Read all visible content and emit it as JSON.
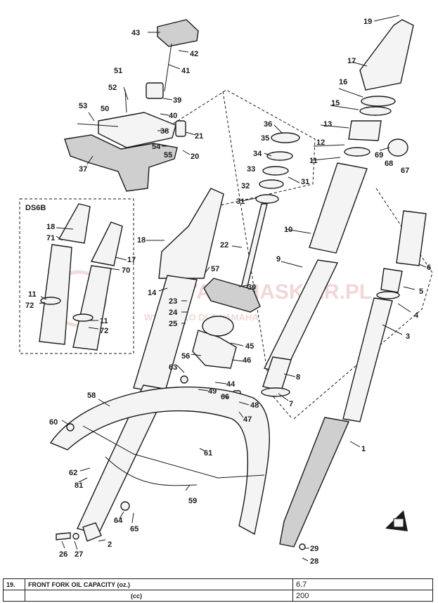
{
  "variant_label": "DS6B",
  "watermark": {
    "line1": "YAMAHASKIER.PL",
    "line2": "WSZYSTKO DLA YAMAHA"
  },
  "callouts": [
    {
      "id": "c43",
      "label": "43"
    },
    {
      "id": "c42",
      "label": "42"
    },
    {
      "id": "c41",
      "label": "41"
    },
    {
      "id": "c51",
      "label": "51"
    },
    {
      "id": "c52",
      "label": "52"
    },
    {
      "id": "c39",
      "label": "39"
    },
    {
      "id": "c53",
      "label": "53"
    },
    {
      "id": "c50",
      "label": "50"
    },
    {
      "id": "c40",
      "label": "40"
    },
    {
      "id": "c38",
      "label": "38"
    },
    {
      "id": "c21",
      "label": "21"
    },
    {
      "id": "c54",
      "label": "54"
    },
    {
      "id": "c55",
      "label": "55"
    },
    {
      "id": "c20",
      "label": "20"
    },
    {
      "id": "c37",
      "label": "37"
    },
    {
      "id": "c36",
      "label": "36"
    },
    {
      "id": "c35",
      "label": "35"
    },
    {
      "id": "c34",
      "label": "34"
    },
    {
      "id": "c33",
      "label": "33"
    },
    {
      "id": "c31a",
      "label": "31"
    },
    {
      "id": "c32",
      "label": "32"
    },
    {
      "id": "c31b",
      "label": "31"
    },
    {
      "id": "c22",
      "label": "22"
    },
    {
      "id": "c18a",
      "label": "18"
    },
    {
      "id": "c19",
      "label": "19"
    },
    {
      "id": "c17a",
      "label": "17"
    },
    {
      "id": "c16",
      "label": "16"
    },
    {
      "id": "c15",
      "label": "15"
    },
    {
      "id": "c13",
      "label": "13"
    },
    {
      "id": "c12",
      "label": "12"
    },
    {
      "id": "c11a",
      "label": "11"
    },
    {
      "id": "c69",
      "label": "69"
    },
    {
      "id": "c68",
      "label": "68"
    },
    {
      "id": "c67",
      "label": "67"
    },
    {
      "id": "c10",
      "label": "10"
    },
    {
      "id": "c9",
      "label": "9"
    },
    {
      "id": "c6",
      "label": "6"
    },
    {
      "id": "c5",
      "label": "5"
    },
    {
      "id": "c4",
      "label": "4"
    },
    {
      "id": "c3",
      "label": "3"
    },
    {
      "id": "c8",
      "label": "8"
    },
    {
      "id": "c7",
      "label": "7"
    },
    {
      "id": "c1",
      "label": "1"
    },
    {
      "id": "c18b",
      "label": "18"
    },
    {
      "id": "c71",
      "label": "71"
    },
    {
      "id": "c17b",
      "label": "17"
    },
    {
      "id": "c70",
      "label": "70"
    },
    {
      "id": "c11b",
      "label": "11"
    },
    {
      "id": "c72a",
      "label": "72"
    },
    {
      "id": "c11c",
      "label": "11"
    },
    {
      "id": "c72b",
      "label": "72"
    },
    {
      "id": "c57",
      "label": "57"
    },
    {
      "id": "c14",
      "label": "14"
    },
    {
      "id": "c30",
      "label": "30"
    },
    {
      "id": "c23",
      "label": "23"
    },
    {
      "id": "c24",
      "label": "24"
    },
    {
      "id": "c25",
      "label": "25"
    },
    {
      "id": "c45",
      "label": "45"
    },
    {
      "id": "c56",
      "label": "56"
    },
    {
      "id": "c46",
      "label": "46"
    },
    {
      "id": "c63",
      "label": "63"
    },
    {
      "id": "c44",
      "label": "44"
    },
    {
      "id": "c49",
      "label": "49"
    },
    {
      "id": "c66",
      "label": "66"
    },
    {
      "id": "c48",
      "label": "48"
    },
    {
      "id": "c47",
      "label": "47"
    },
    {
      "id": "c58",
      "label": "58"
    },
    {
      "id": "c60",
      "label": "60"
    },
    {
      "id": "c61",
      "label": "61"
    },
    {
      "id": "c62",
      "label": "62"
    },
    {
      "id": "c81",
      "label": "81"
    },
    {
      "id": "c59",
      "label": "59"
    },
    {
      "id": "c64",
      "label": "64"
    },
    {
      "id": "c65",
      "label": "65"
    },
    {
      "id": "c2",
      "label": "2"
    },
    {
      "id": "c26",
      "label": "26"
    },
    {
      "id": "c27",
      "label": "27"
    },
    {
      "id": "c29",
      "label": "29"
    },
    {
      "id": "c28",
      "label": "28"
    }
  ],
  "spec_table": {
    "ref": "19.",
    "spec_label": "FRONT FORK OIL CAPACITY",
    "unit_oz": "(oz.)",
    "unit_cc": "(cc)",
    "value_oz": "6.7",
    "value_cc": "200"
  }
}
